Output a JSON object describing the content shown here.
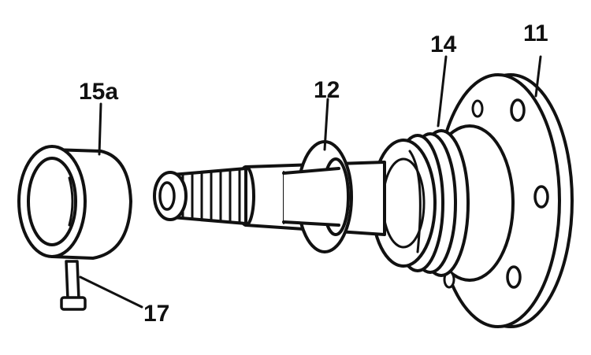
{
  "figure": {
    "callouts": {
      "c11": "11",
      "c12": "12",
      "c14": "14",
      "c15a": "15a",
      "c17": "17"
    }
  },
  "colors": {
    "ink": "#111111",
    "paper": "#ffffff"
  }
}
